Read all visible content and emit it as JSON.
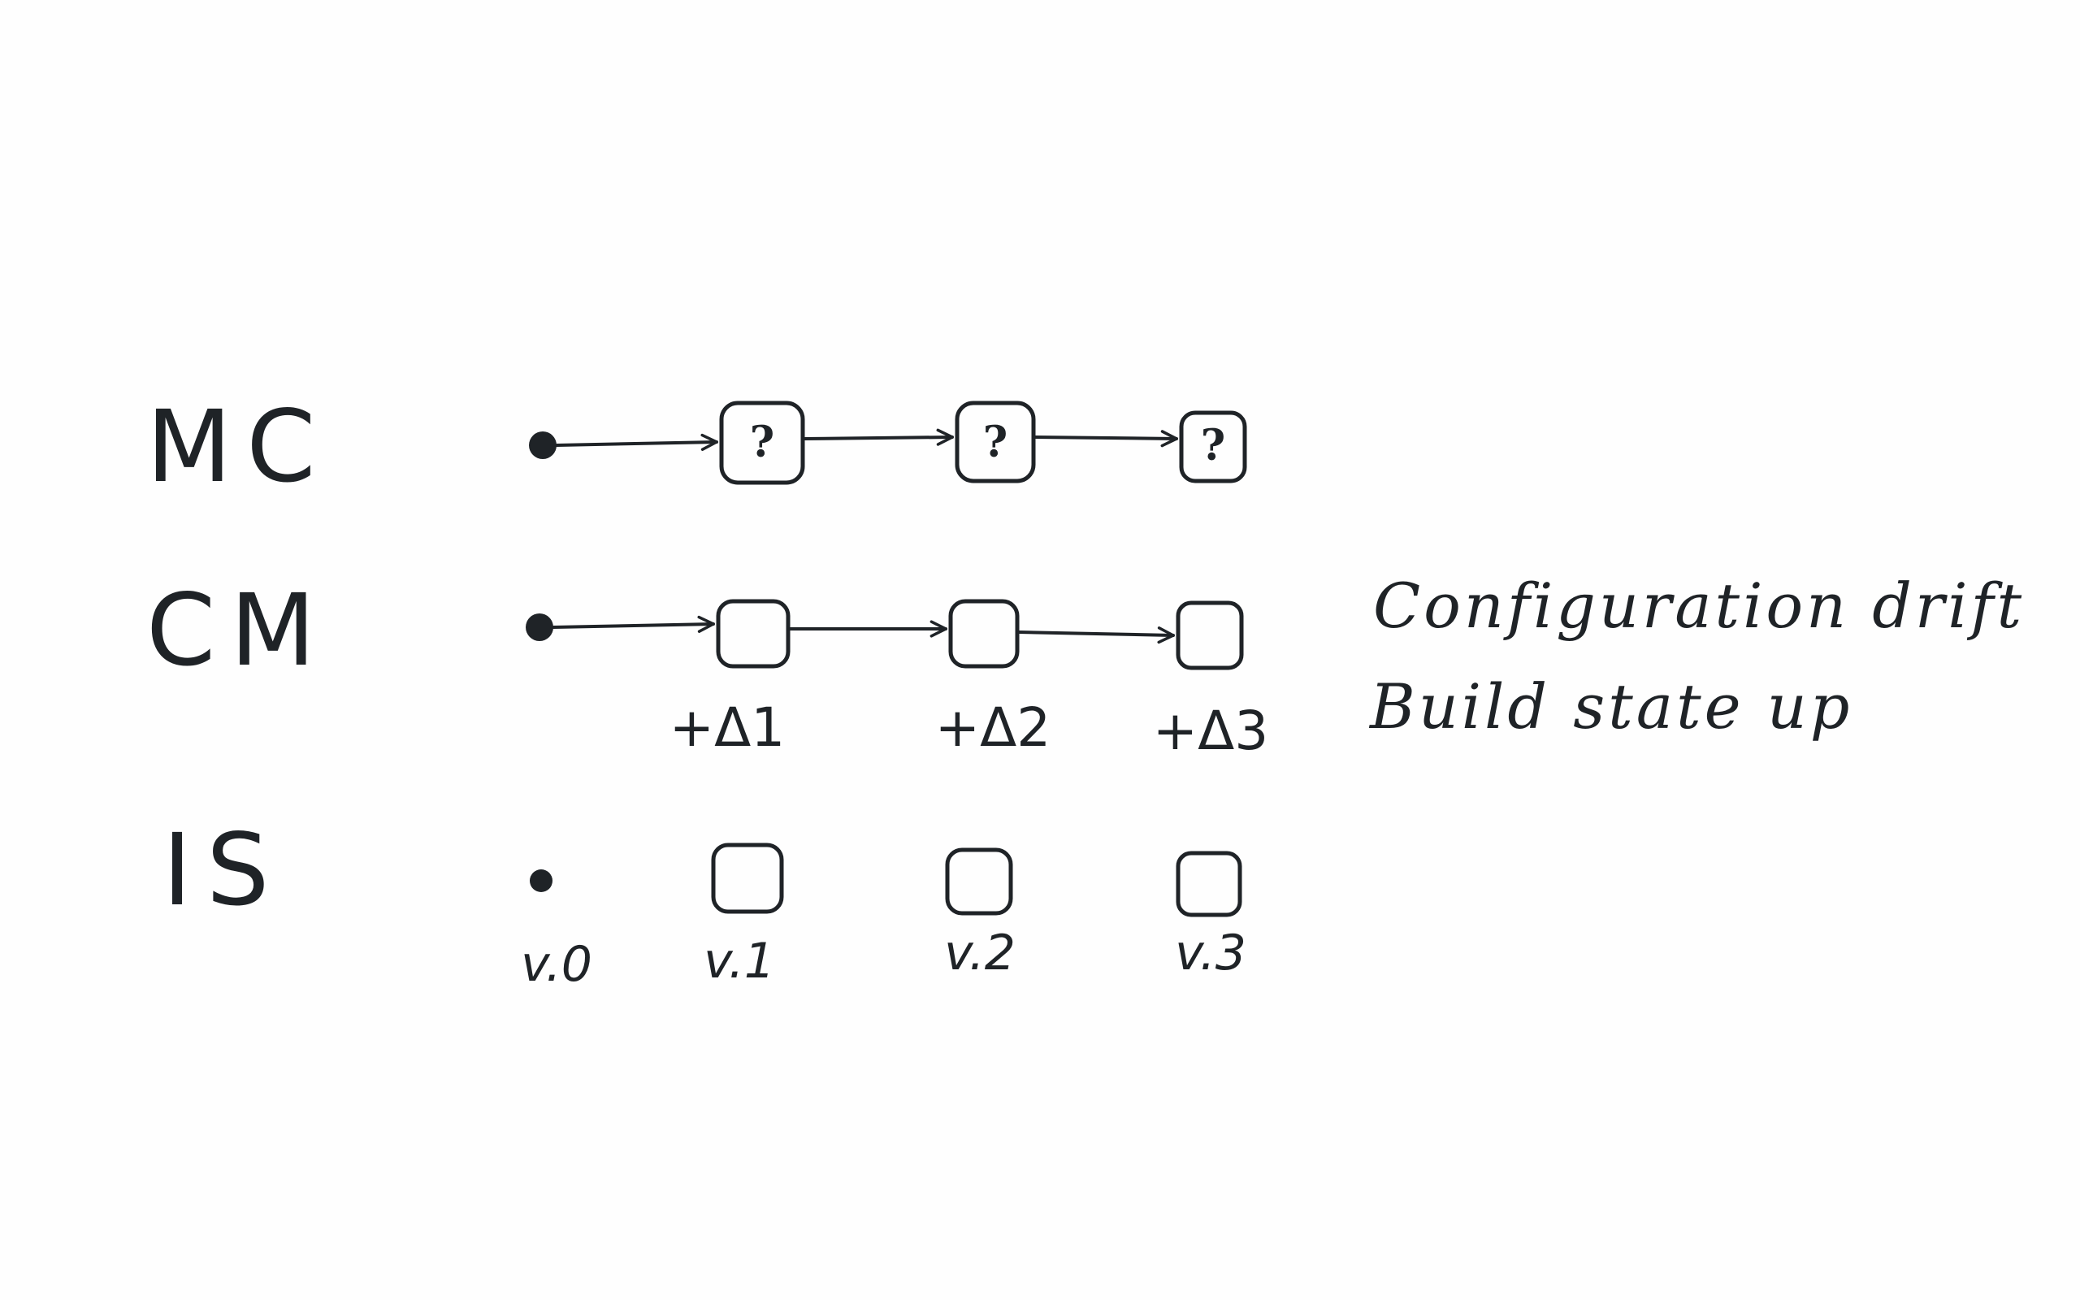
{
  "colors": {
    "ink": "#1f2327",
    "paper": "#fefefe"
  },
  "rows": {
    "mc": {
      "label": "MC",
      "boxes": [
        {
          "mark": "?"
        },
        {
          "mark": "?"
        },
        {
          "mark": "?"
        }
      ]
    },
    "cm": {
      "label": "CM",
      "deltas": [
        "+Δ1",
        "+Δ2",
        "+Δ3"
      ]
    },
    "is": {
      "label": "IS",
      "versions": [
        "v.0",
        "v.1",
        "v.2",
        "v.3"
      ]
    }
  },
  "notes": {
    "configuration_drift": "Configuration drift",
    "build_state_up": "Build state up"
  },
  "icons": {
    "start": "filled-dot-icon",
    "state": "rounded-square-icon",
    "connector": "arrow-right-icon"
  }
}
